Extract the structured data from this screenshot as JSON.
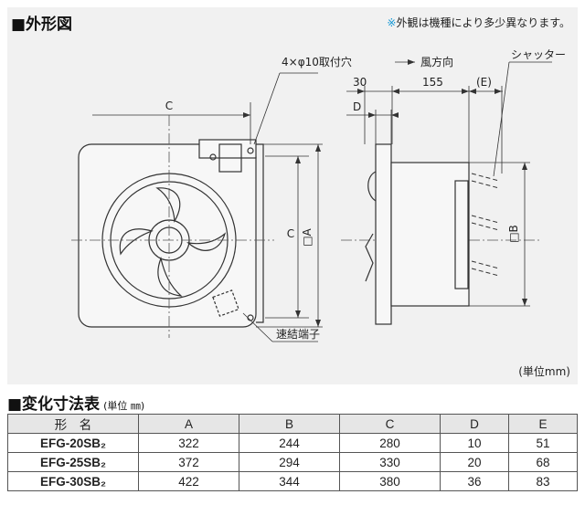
{
  "outline": {
    "title": "■外形図",
    "note_mark": "※",
    "note": "外観は機種により多少異なります。",
    "unit": "(単位mm)"
  },
  "labels": {
    "holes": "4×φ10取付穴",
    "airflow": "風方向",
    "shutter": "シャッター",
    "terminal": "速結端子",
    "dim_c_top": "C",
    "dim_c_side": "C",
    "dim_a": "□A",
    "dim_b": "□B",
    "dim_30": "30",
    "dim_155": "155",
    "dim_e": "(E)",
    "dim_d": "D"
  },
  "table": {
    "title": "■変化寸法表",
    "unit": "(単位 ㎜)",
    "headers": [
      "形　名",
      "A",
      "B",
      "C",
      "D",
      "E"
    ],
    "rows": [
      {
        "model": "EFG-20SB₂",
        "values": [
          "322",
          "244",
          "280",
          "10",
          "51"
        ]
      },
      {
        "model": "EFG-25SB₂",
        "values": [
          "372",
          "294",
          "330",
          "20",
          "68"
        ]
      },
      {
        "model": "EFG-30SB₂",
        "values": [
          "422",
          "344",
          "380",
          "36",
          "83"
        ]
      }
    ]
  }
}
